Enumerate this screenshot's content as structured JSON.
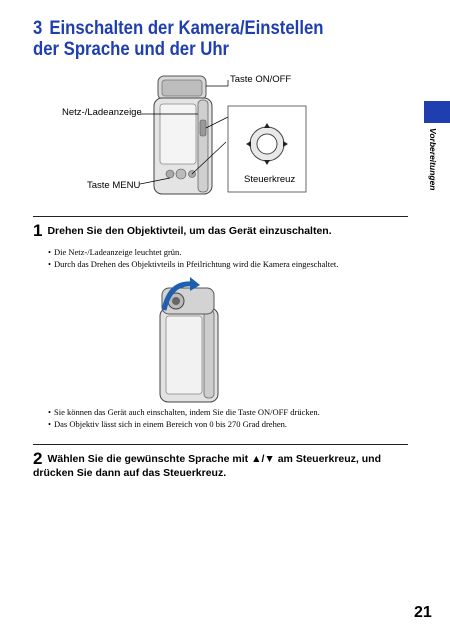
{
  "heading": {
    "number": "3",
    "title": "Einschalten der Kamera/Einstellen der Sprache und der Uhr"
  },
  "side_tab": {
    "label": "Vorbereitungen",
    "color": "#1f3fb0"
  },
  "figure1": {
    "label_power_key": "Taste ON/OFF",
    "label_charge_lamp": "Netz-/Ladeanzeige",
    "label_menu_key": "Taste MENU",
    "label_control_pad": "Steuerkreuz"
  },
  "step1": {
    "number": "1",
    "text": "Drehen Sie den Objektivteil, um das Gerät einzuschalten.",
    "bullets": [
      "Die Netz-/Ladeanzeige leuchtet grün.",
      "Durch das Drehen des Objektivteils in Pfeilrichtung wird die Kamera eingeschaltet."
    ],
    "notes": [
      "Sie können das Gerät auch einschalten, indem Sie die Taste ON/OFF drücken.",
      "Das Objektiv lässt sich in einem Bereich von 0 bis 270 Grad drehen."
    ]
  },
  "step2": {
    "number": "2",
    "text": "Wählen Sie die gewünschte Sprache mit ▲/▼ am Steuerkreuz, und drücken Sie dann auf das Steuerkreuz."
  },
  "page_number": "21"
}
